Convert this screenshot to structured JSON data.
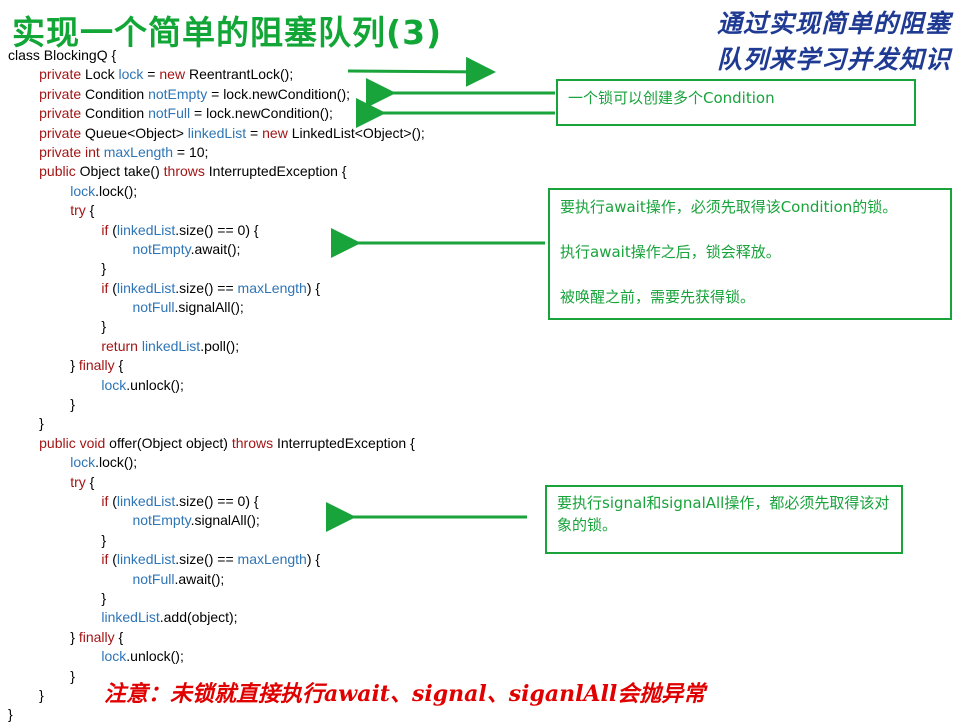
{
  "title": "实现一个简单的阻塞队列(3)",
  "subtitle": [
    "通过实现简单的阻塞",
    "队列来学习并发知识"
  ],
  "code": [
    [
      {
        "t": "class BlockingQ {"
      }
    ],
    [
      {
        "t": "        "
      },
      {
        "t": "private",
        "c": "kw"
      },
      {
        "t": " Lock "
      },
      {
        "t": "lock",
        "c": "fld"
      },
      {
        "t": " = "
      },
      {
        "t": "new",
        "c": "kw"
      },
      {
        "t": " ReentrantLock();"
      }
    ],
    [
      {
        "t": "        "
      },
      {
        "t": "private",
        "c": "kw"
      },
      {
        "t": " Condition "
      },
      {
        "t": "notEmpty",
        "c": "fld"
      },
      {
        "t": " = lock.newCondition();"
      }
    ],
    [
      {
        "t": "        "
      },
      {
        "t": "private",
        "c": "kw"
      },
      {
        "t": " Condition "
      },
      {
        "t": "notFull",
        "c": "fld"
      },
      {
        "t": " = lock.newCondition();"
      }
    ],
    [
      {
        "t": "        "
      },
      {
        "t": "private",
        "c": "kw"
      },
      {
        "t": " Queue<Object> "
      },
      {
        "t": "linkedList",
        "c": "fld"
      },
      {
        "t": " = "
      },
      {
        "t": "new",
        "c": "kw"
      },
      {
        "t": " LinkedList<Object>();"
      }
    ],
    [
      {
        "t": "        "
      },
      {
        "t": "private int",
        "c": "kw"
      },
      {
        "t": " "
      },
      {
        "t": "maxLength",
        "c": "fld"
      },
      {
        "t": " = 10;"
      }
    ],
    [
      {
        "t": "        "
      },
      {
        "t": "public",
        "c": "kw"
      },
      {
        "t": " Object take() "
      },
      {
        "t": "throws",
        "c": "kw"
      },
      {
        "t": " InterruptedException {"
      }
    ],
    [
      {
        "t": "                "
      },
      {
        "t": "lock",
        "c": "fld"
      },
      {
        "t": ".lock();"
      }
    ],
    [
      {
        "t": "                "
      },
      {
        "t": "try",
        "c": "kw"
      },
      {
        "t": " {"
      }
    ],
    [
      {
        "t": "                        "
      },
      {
        "t": "if",
        "c": "kw"
      },
      {
        "t": " ("
      },
      {
        "t": "linkedList",
        "c": "fld"
      },
      {
        "t": ".size() == 0) {"
      }
    ],
    [
      {
        "t": "                                "
      },
      {
        "t": "notEmpty",
        "c": "fld"
      },
      {
        "t": ".await();"
      }
    ],
    [
      {
        "t": "                        }"
      }
    ],
    [
      {
        "t": "                        "
      },
      {
        "t": "if",
        "c": "kw"
      },
      {
        "t": " ("
      },
      {
        "t": "linkedList",
        "c": "fld"
      },
      {
        "t": ".size() == "
      },
      {
        "t": "maxLength",
        "c": "fld"
      },
      {
        "t": ") {"
      }
    ],
    [
      {
        "t": "                                "
      },
      {
        "t": "notFull",
        "c": "fld"
      },
      {
        "t": ".signalAll();"
      }
    ],
    [
      {
        "t": "                        }"
      }
    ],
    [
      {
        "t": "                        "
      },
      {
        "t": "return",
        "c": "kw"
      },
      {
        "t": " "
      },
      {
        "t": "linkedList",
        "c": "fld"
      },
      {
        "t": ".poll();"
      }
    ],
    [
      {
        "t": "                } "
      },
      {
        "t": "finally",
        "c": "kw"
      },
      {
        "t": " {"
      }
    ],
    [
      {
        "t": "                        "
      },
      {
        "t": "lock",
        "c": "fld"
      },
      {
        "t": ".unlock();"
      }
    ],
    [
      {
        "t": "                }"
      }
    ],
    [
      {
        "t": "        }"
      }
    ],
    [
      {
        "t": "        "
      },
      {
        "t": "public void",
        "c": "kw"
      },
      {
        "t": " offer(Object object) "
      },
      {
        "t": "throws",
        "c": "kw"
      },
      {
        "t": " InterruptedException {"
      }
    ],
    [
      {
        "t": "                "
      },
      {
        "t": "lock",
        "c": "fld"
      },
      {
        "t": ".lock();"
      }
    ],
    [
      {
        "t": "                "
      },
      {
        "t": "try",
        "c": "kw"
      },
      {
        "t": " {"
      }
    ],
    [
      {
        "t": "                        "
      },
      {
        "t": "if",
        "c": "kw"
      },
      {
        "t": " ("
      },
      {
        "t": "linkedList",
        "c": "fld"
      },
      {
        "t": ".size() == 0) {"
      }
    ],
    [
      {
        "t": "                                "
      },
      {
        "t": "notEmpty",
        "c": "fld"
      },
      {
        "t": ".signalAll();"
      }
    ],
    [
      {
        "t": "                        }"
      }
    ],
    [
      {
        "t": "                        "
      },
      {
        "t": "if",
        "c": "kw"
      },
      {
        "t": " ("
      },
      {
        "t": "linkedList",
        "c": "fld"
      },
      {
        "t": ".size() == "
      },
      {
        "t": "maxLength",
        "c": "fld"
      },
      {
        "t": ") {"
      }
    ],
    [
      {
        "t": "                                "
      },
      {
        "t": "notFull",
        "c": "fld"
      },
      {
        "t": ".await();"
      }
    ],
    [
      {
        "t": "                        }"
      }
    ],
    [
      {
        "t": "                        "
      },
      {
        "t": "linkedList",
        "c": "fld"
      },
      {
        "t": ".add(object);"
      }
    ],
    [
      {
        "t": "                } "
      },
      {
        "t": "finally",
        "c": "kw"
      },
      {
        "t": " {"
      }
    ],
    [
      {
        "t": "                        "
      },
      {
        "t": "lock",
        "c": "fld"
      },
      {
        "t": ".unlock();"
      }
    ],
    [
      {
        "t": "                }"
      }
    ],
    [
      {
        "t": "        }"
      }
    ],
    [
      {
        "t": "}"
      }
    ]
  ],
  "notes": {
    "condition": "一个锁可以创建多个Condition",
    "await": [
      "要执行await操作，必须先取得该Condition的锁。",
      "执行await操作之后，锁会释放。",
      "被唤醒之前，需要先获得锁。"
    ],
    "signal": "要执行signal和signalAll操作，都必须先取得该对象的锁。"
  },
  "warning": "注意：未锁就直接执行await、signal、siganlAll会抛异常",
  "colors": {
    "title": "#12a637",
    "subtitle": "#1f3a93",
    "keyword": "#a31515",
    "field": "#2e75b6",
    "note": "#18a33b",
    "warning": "#e00000"
  }
}
